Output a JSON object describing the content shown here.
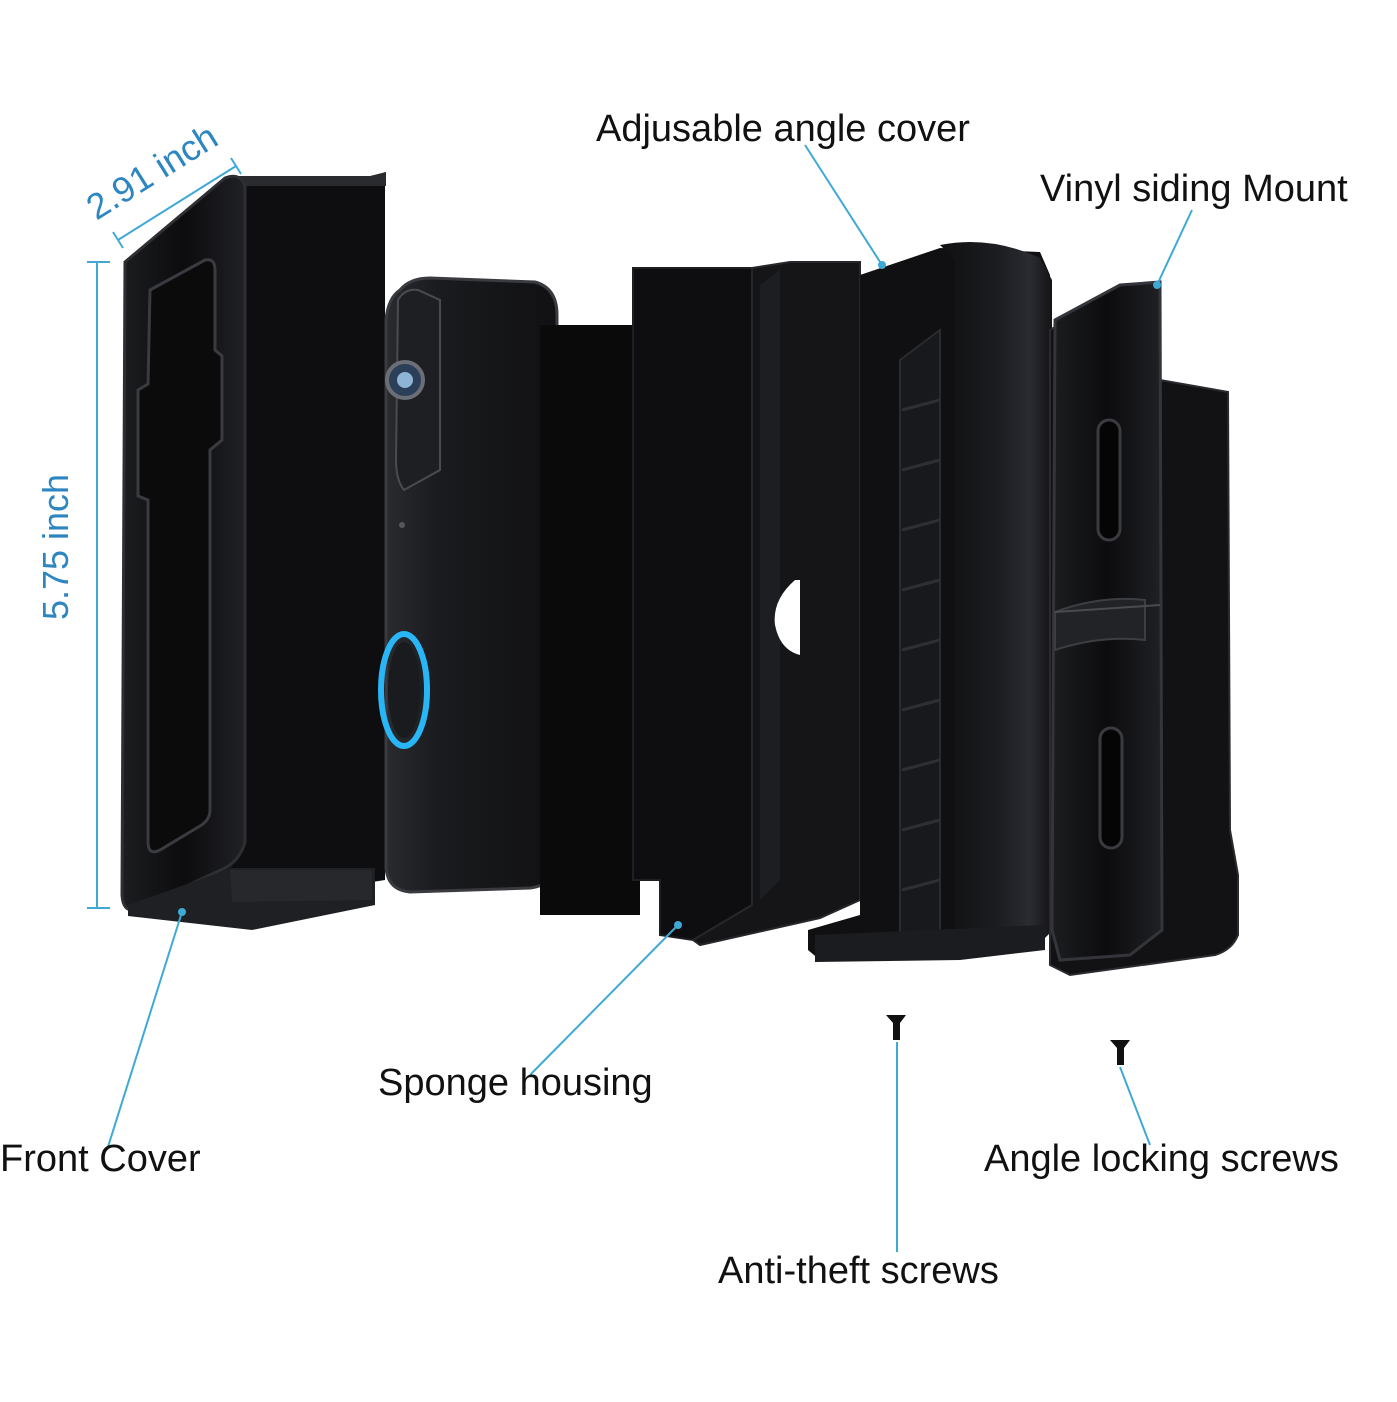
{
  "colors": {
    "accent": "#3fa9d6",
    "dimension_text": "#2e86c1",
    "part_dark": "#0d0d0e",
    "part_edge": "#2a2b2e",
    "ring_blue": "#29b6f6"
  },
  "dimensions": {
    "width": "2.91 inch",
    "height": "5.75 inch"
  },
  "labels": {
    "adjustable_angle_cover": "Adjusable angle cover",
    "vinyl_siding_mount": "Vinyl siding Mount",
    "sponge_housing": "Sponge housing",
    "front_cover": "Front Cover",
    "angle_locking_screws": "Angle locking screws",
    "anti_theft_screws": "Anti-theft screws"
  }
}
